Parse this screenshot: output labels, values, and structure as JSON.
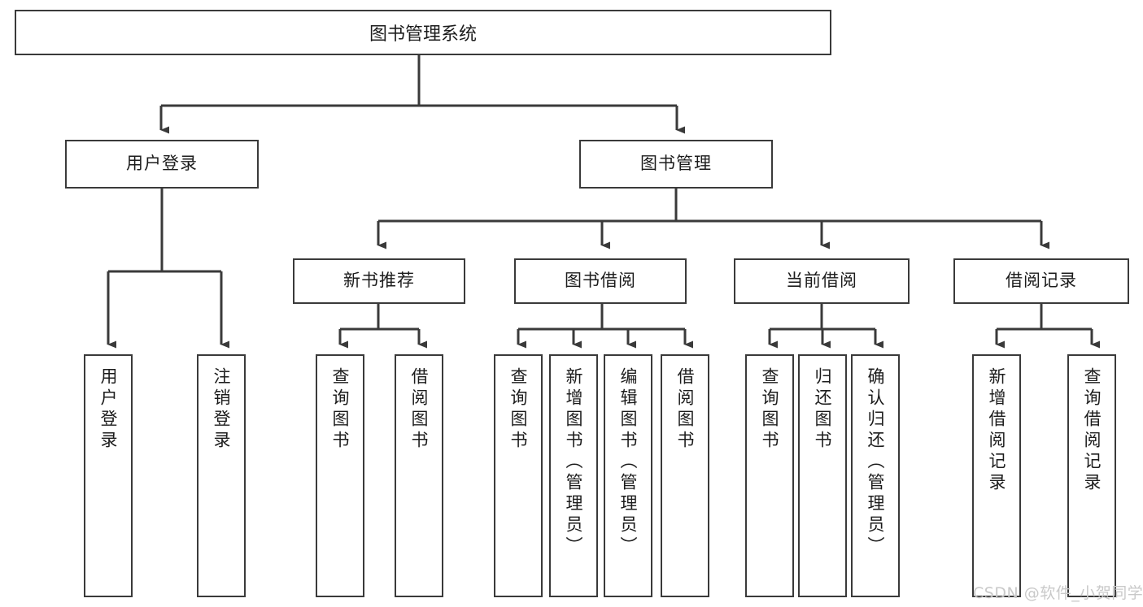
{
  "diagram": {
    "title": "图书管理系统",
    "type": "tree-hierarchy-chart",
    "watermark": "CSDN @软件_小贺同学",
    "colors": {
      "stroke": "#3a3a3a",
      "fill": "#ffffff",
      "text": "#1c1c1c",
      "watermark": "#c9c9c9"
    },
    "nodes": {
      "root": {
        "label": "图书管理系统"
      },
      "level2": [
        {
          "label": "用户登录"
        },
        {
          "label": "图书管理"
        }
      ],
      "level3": [
        {
          "label": "新书推荐"
        },
        {
          "label": "图书借阅"
        },
        {
          "label": "当前借阅"
        },
        {
          "label": "借阅记录"
        }
      ],
      "leaves": {
        "user_login": [
          {
            "label": "用户登录"
          },
          {
            "label": "注销登录"
          }
        ],
        "new_book": [
          {
            "label": "查询图书"
          },
          {
            "label": "借阅图书"
          }
        ],
        "book_borrow": [
          {
            "label": "查询图书"
          },
          {
            "label": "新增图书（管理员）"
          },
          {
            "label": "编辑图书（管理员）"
          },
          {
            "label": "借阅图书"
          }
        ],
        "current_borrow": [
          {
            "label": "查询图书"
          },
          {
            "label": "归还图书"
          },
          {
            "label": "确认归还（管理员）"
          }
        ],
        "borrow_record": [
          {
            "label": "新增借阅记录"
          },
          {
            "label": "查询借阅记录"
          }
        ]
      }
    }
  }
}
